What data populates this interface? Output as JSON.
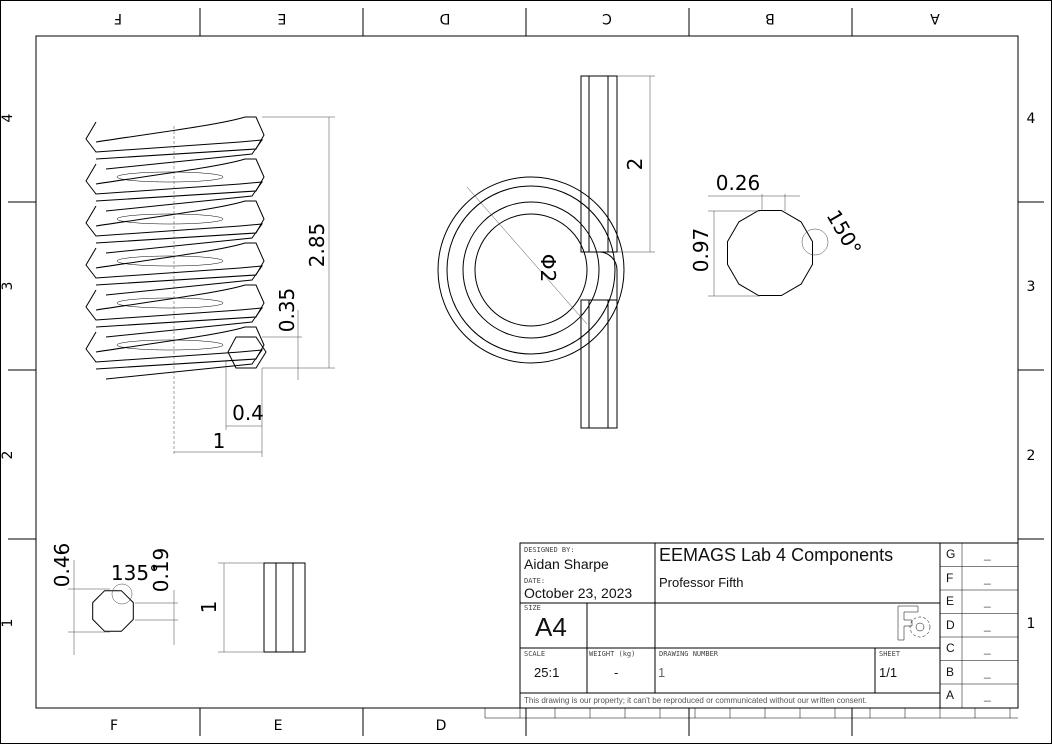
{
  "zones": {
    "columns": [
      "F",
      "E",
      "D",
      "C",
      "B",
      "A"
    ],
    "rows": [
      "4",
      "3",
      "2",
      "1"
    ]
  },
  "dimensions": {
    "spring_height": "2.85",
    "wire_height": "0.35",
    "wire_width": "0.4",
    "coil_radius": "1",
    "leg_length": "2",
    "loop_diameter": "Φ2",
    "face_width": "0.26",
    "section_height": "0.97",
    "section_angle": "150°",
    "oct_height": "0.46",
    "oct_angle": "135°",
    "oct_face": "0.19",
    "side_height": "1"
  },
  "title_block": {
    "designed_by_label": "DESIGNED BY:",
    "designed_by": "Aidan Sharpe",
    "date_label": "DATE:",
    "date": "October 23, 2023",
    "title": "EEMAGS Lab 4 Components",
    "subtitle": "Professor Fifth",
    "size_label": "SIZE",
    "size": "A4",
    "scale_label": "SCALE",
    "scale": "25:1",
    "weight_label": "WEIGHT (kg)",
    "weight": "-",
    "drawing_number_label": "DRAWING NUMBER",
    "drawing_number": "1",
    "sheet_label": "SHEET",
    "sheet": "1/1",
    "disclaimer": "This drawing is our property; it can't be reproduced or communicated without our written consent.",
    "revisions": [
      {
        "letter": "G",
        "value": "_"
      },
      {
        "letter": "F",
        "value": "_"
      },
      {
        "letter": "E",
        "value": "_"
      },
      {
        "letter": "D",
        "value": "_"
      },
      {
        "letter": "C",
        "value": "_"
      },
      {
        "letter": "B",
        "value": "_"
      },
      {
        "letter": "A",
        "value": "_"
      }
    ]
  }
}
